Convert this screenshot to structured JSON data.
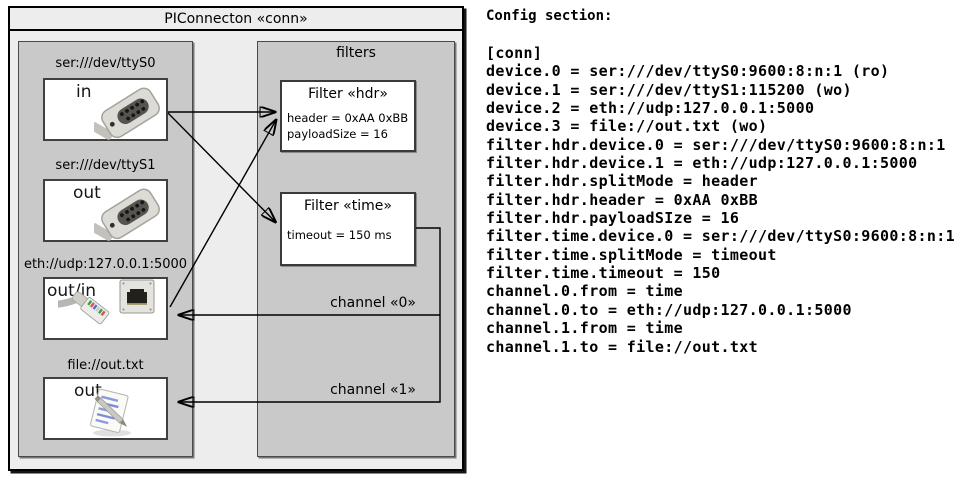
{
  "diagram": {
    "title": "PIConnecton «conn»",
    "devices_panel": {
      "devices": [
        {
          "label": "ser:///dev/ttyS0",
          "port": "in",
          "icon": "serial-connector"
        },
        {
          "label": "ser:///dev/ttyS1",
          "port": "out",
          "icon": "serial-connector"
        },
        {
          "label": "eth://udp:127.0.0.1:5000",
          "port": "out/in",
          "icon": "ethernet-connector"
        },
        {
          "label": "file://out.txt",
          "port": "out",
          "icon": "text-file"
        }
      ]
    },
    "filters_panel": {
      "title": "filters",
      "filters": [
        {
          "title": "Filter «hdr»",
          "attributes": [
            "header = 0xAA 0xBB",
            "payloadSize = 16"
          ]
        },
        {
          "title": "Filter «time»",
          "attributes": [
            "timeout = 150 ms"
          ]
        }
      ],
      "channels": [
        {
          "label": "channel «0»"
        },
        {
          "label": "channel «1»"
        }
      ]
    },
    "connections": [
      {
        "from": "ser:///dev/ttyS0 (in)",
        "to": "Filter «hdr»"
      },
      {
        "from": "ser:///dev/ttyS0 (in)",
        "to": "Filter «time»"
      },
      {
        "from": "eth://udp:127.0.0.1:5000 (out/in)",
        "to": "Filter «hdr»"
      },
      {
        "from": "Filter «time»",
        "to": "eth://udp:127.0.0.1:5000 (out/in)",
        "label": "channel «0»"
      },
      {
        "from": "Filter «time»",
        "to": "file://out.txt (out)",
        "label": "channel «1»"
      }
    ]
  },
  "config": {
    "heading": "Config section:",
    "lines": [
      "[conn]",
      "device.0 = ser:///dev/ttyS0:9600:8:n:1 (ro)",
      "device.1 = ser:///dev/ttyS1:115200 (wo)",
      "device.2 = eth://udp:127.0.0.1:5000",
      "device.3 = file://out.txt (wo)",
      "filter.hdr.device.0 = ser:///dev/ttyS0:9600:8:n:1",
      "filter.hdr.device.1 = eth://udp:127.0.0.1:5000",
      "filter.hdr.splitMode = header",
      "filter.hdr.header = 0xAA 0xBB",
      "filter.hdr.payloadSIze = 16",
      "filter.time.device.0 = ser:///dev/ttyS0:9600:8:n:1",
      "filter.time.splitMode = timeout",
      "filter.time.timeout = 150",
      "channel.0.from = time",
      "channel.0.to = eth://udp:127.0.0.1:5000",
      "channel.1.from = time",
      "channel.1.to = file://out.txt"
    ]
  },
  "colors": {
    "outer_fill": "#ededed",
    "panel_fill": "#c9c9c9",
    "box_fill": "#ffffff",
    "line": "#000000",
    "text": "#000000"
  }
}
